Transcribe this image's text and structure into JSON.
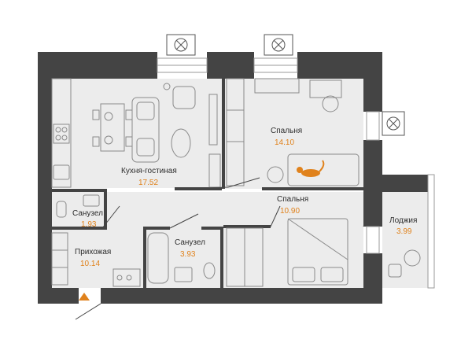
{
  "rooms": {
    "kitchen_living": {
      "name": "Кухня-гостиная",
      "area": "17.52"
    },
    "bedroom_north": {
      "name": "Спальня",
      "area": "14.10"
    },
    "bedroom_south": {
      "name": "Спальня",
      "area": "10.90"
    },
    "loggia": {
      "name": "Лоджия",
      "area": "3.99"
    },
    "bathroom_small": {
      "name": "Санузел",
      "area": "1.93"
    },
    "hallway": {
      "name": "Прихожая",
      "area": "10.14"
    },
    "bathroom_main": {
      "name": "Санузел",
      "area": "3.93"
    }
  },
  "colors": {
    "wall": "#444444",
    "floor": "#ececec",
    "accent": "#e0821c",
    "furniture_line": "#8a8a8a"
  },
  "icons": [
    "ac-unit-icon",
    "entrance-arrow-icon",
    "cat-icon"
  ]
}
